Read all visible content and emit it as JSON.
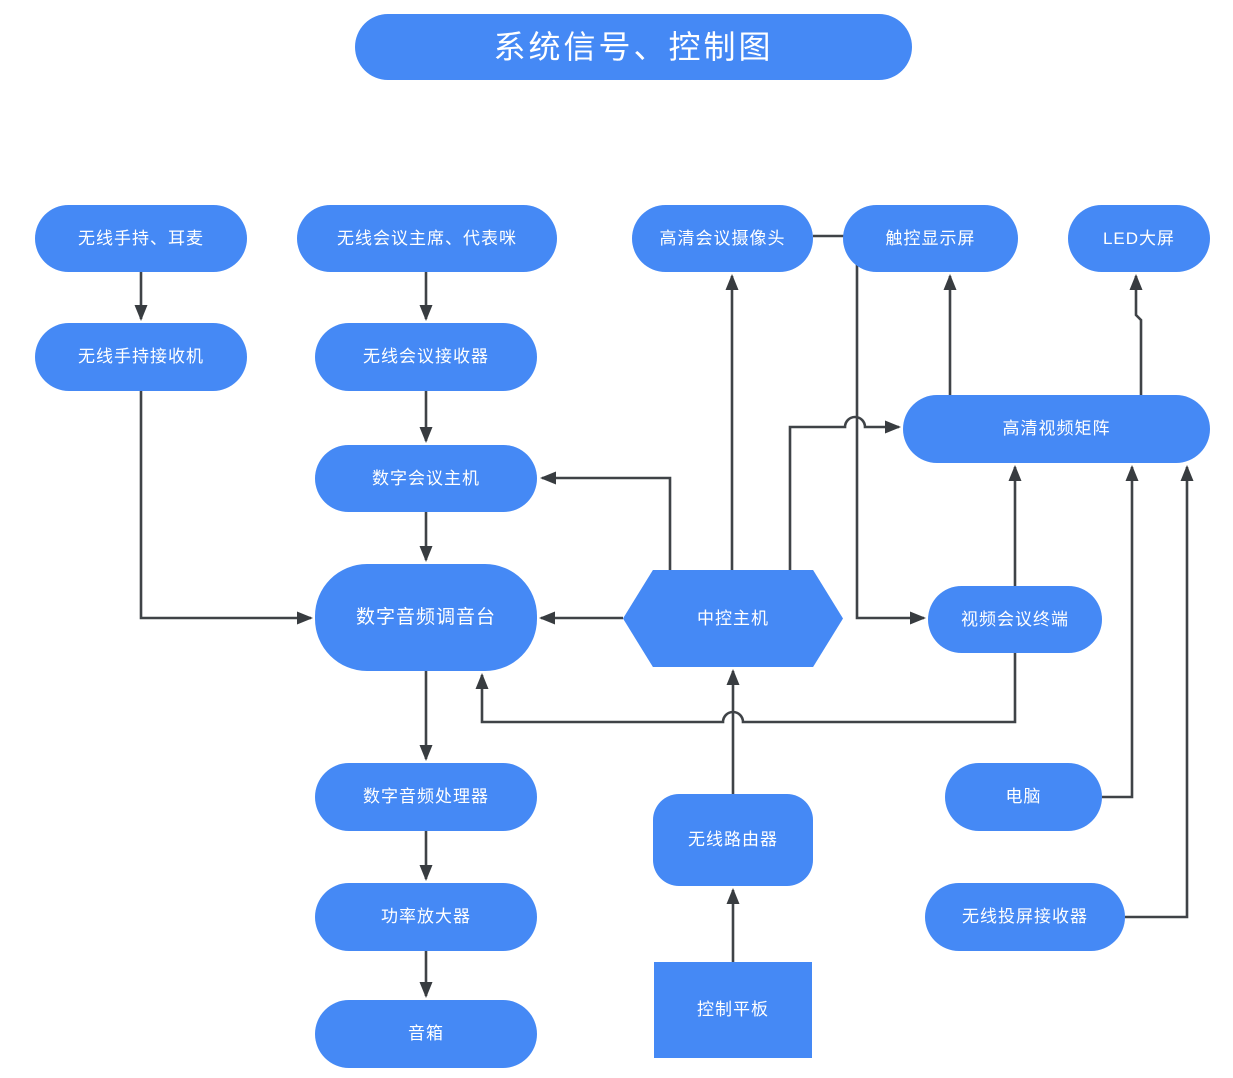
{
  "title": "系统信号、控制图",
  "colors": {
    "node_fill": "#4589F5",
    "node_text": "#FFFFFF",
    "edge": "#3F4347",
    "background": "#FFFFFF"
  },
  "nodes": {
    "wireless_handheld_mic": {
      "label": "无线手持、耳麦"
    },
    "wireless_conf_mic": {
      "label": "无线会议主席、代表咪"
    },
    "hd_camera": {
      "label": "高清会议摄像头"
    },
    "touch_display": {
      "label": "触控显示屏"
    },
    "led_screen": {
      "label": "LED大屏"
    },
    "handheld_receiver": {
      "label": "无线手持接收机"
    },
    "conf_receiver": {
      "label": "无线会议接收器"
    },
    "hd_video_matrix": {
      "label": "高清视频矩阵"
    },
    "digital_conf_host": {
      "label": "数字会议主机"
    },
    "audio_mixer": {
      "label": "数字音频调音台"
    },
    "central_control": {
      "label": "中控主机"
    },
    "video_conf_terminal": {
      "label": "视频会议终端"
    },
    "audio_processor": {
      "label": "数字音频处理器"
    },
    "computer": {
      "label": "电脑"
    },
    "wireless_router": {
      "label": "无线路由器"
    },
    "power_amplifier": {
      "label": "功率放大器"
    },
    "cast_receiver": {
      "label": "无线投屏接收器"
    },
    "control_tablet": {
      "label": "控制平板"
    },
    "speaker": {
      "label": "音箱"
    }
  },
  "edges": [
    {
      "from": "wireless_handheld_mic",
      "to": "handheld_receiver"
    },
    {
      "from": "wireless_conf_mic",
      "to": "conf_receiver"
    },
    {
      "from": "conf_receiver",
      "to": "digital_conf_host"
    },
    {
      "from": "digital_conf_host",
      "to": "audio_mixer"
    },
    {
      "from": "audio_mixer",
      "to": "audio_processor"
    },
    {
      "from": "audio_processor",
      "to": "power_amplifier"
    },
    {
      "from": "power_amplifier",
      "to": "speaker"
    },
    {
      "from": "handheld_receiver",
      "to": "audio_mixer"
    },
    {
      "from": "central_control",
      "to": "digital_conf_host"
    },
    {
      "from": "central_control",
      "to": "hd_camera"
    },
    {
      "from": "central_control",
      "to": "hd_video_matrix"
    },
    {
      "from": "central_control",
      "to": "audio_mixer"
    },
    {
      "from": "hd_camera",
      "to": "video_conf_terminal"
    },
    {
      "from": "video_conf_terminal",
      "to": "audio_mixer"
    },
    {
      "from": "video_conf_terminal",
      "to": "hd_video_matrix"
    },
    {
      "from": "wireless_router",
      "to": "central_control"
    },
    {
      "from": "control_tablet",
      "to": "wireless_router"
    },
    {
      "from": "hd_video_matrix",
      "to": "touch_display"
    },
    {
      "from": "hd_video_matrix",
      "to": "led_screen"
    },
    {
      "from": "computer",
      "to": "hd_video_matrix"
    },
    {
      "from": "cast_receiver",
      "to": "hd_video_matrix"
    }
  ]
}
